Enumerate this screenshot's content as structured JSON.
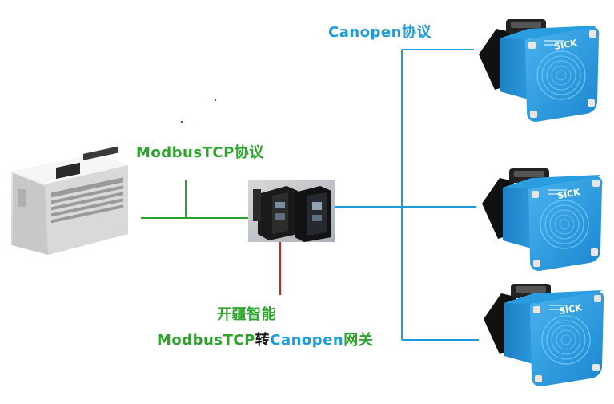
{
  "labels": {
    "canopen_protocol": "Canopen协议",
    "modbustcp_protocol": "ModbusTCP协议",
    "brand": "开疆智能",
    "gateway_modbus": "ModbusTCP",
    "gateway_zhuan": "转",
    "gateway_canopen": "Canopen",
    "gateway_guan": "网关"
  },
  "sensor_brand": "SICK",
  "colors": {
    "canopen": "#1e9be0",
    "modbus": "#2aa52a",
    "brand_link": "#d42020"
  },
  "icons": {
    "plc": "plc-device",
    "gateway": "gateway-device",
    "sensor": "inductive-sensor"
  }
}
